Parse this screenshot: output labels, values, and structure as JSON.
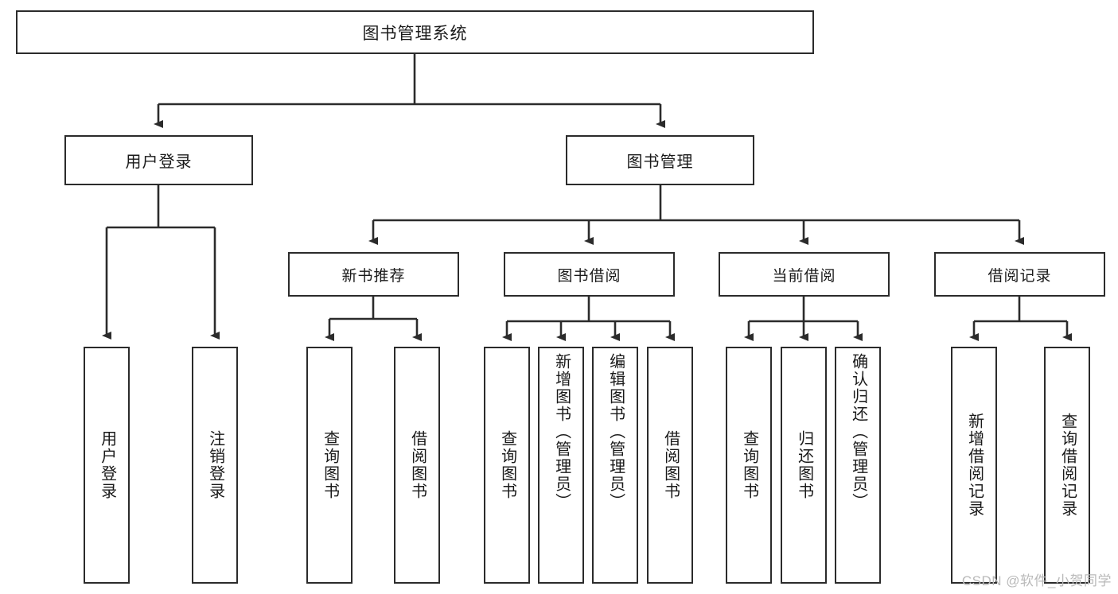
{
  "diagram": {
    "type": "tree-hierarchy",
    "root": {
      "label": "图书管理系统"
    },
    "level2": [
      {
        "label": "用户登录"
      },
      {
        "label": "图书管理"
      }
    ],
    "level3": [
      {
        "label": "新书推荐"
      },
      {
        "label": "图书借阅"
      },
      {
        "label": "当前借阅"
      },
      {
        "label": "借阅记录"
      }
    ],
    "leaves": {
      "user_login": [
        {
          "label": "用户登录"
        },
        {
          "label": "注销登录"
        }
      ],
      "new_book_recommend": [
        {
          "label": "查询图书"
        },
        {
          "label": "借阅图书"
        }
      ],
      "book_borrow": [
        {
          "label": "查询图书"
        },
        {
          "label": "新增图书（管理员）"
        },
        {
          "label": "编辑图书（管理员）"
        },
        {
          "label": "借阅图书"
        }
      ],
      "current_borrow": [
        {
          "label": "查询图书"
        },
        {
          "label": "归还图书"
        },
        {
          "label": "确认归还（管理员）"
        }
      ],
      "borrow_record": [
        {
          "label": "新增借阅记录"
        },
        {
          "label": "查询借阅记录"
        }
      ]
    }
  },
  "watermark": {
    "text": "CSDN @软件_小贺同学"
  },
  "colors": {
    "box_border": "#2b2b2b",
    "box_fill": "#ffffff",
    "text": "#1a1a1a",
    "connector": "#2b2b2b",
    "watermark": "#b9b9b9"
  }
}
